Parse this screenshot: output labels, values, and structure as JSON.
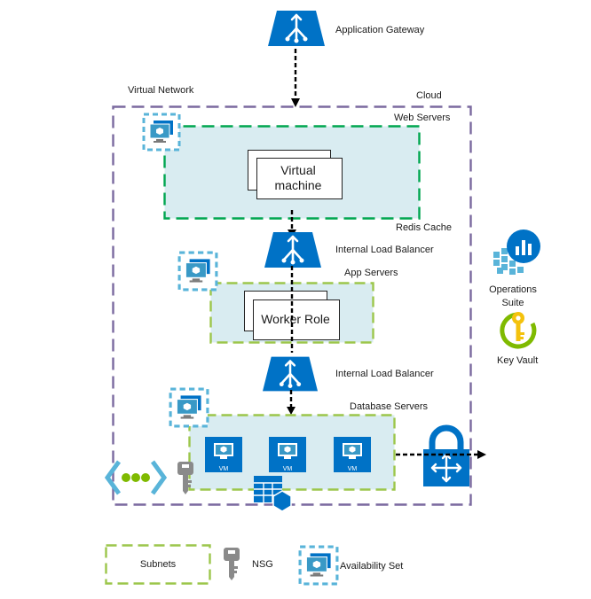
{
  "labels": {
    "app_gateway": "Application Gateway",
    "virtual_network": "Virtual Network",
    "cloud": "Cloud",
    "web_servers": "Web Servers",
    "virtual_machine": "Virtual machine",
    "redis_cache": "Redis Cache",
    "internal_lb_1": "Internal Load Balancer",
    "app_servers": "App Servers",
    "worker_role": "Worker Role",
    "internal_lb_2": "Internal Load Balancer",
    "database_servers": "Database Servers",
    "vm_labels": [
      "VM",
      "VM",
      "VM"
    ],
    "operations_suite": "Operations Suite",
    "key_vault": "Key Vault"
  },
  "legend": {
    "subnets": "Subnets",
    "nsg": "NSG",
    "availability_set": "Availability Set"
  },
  "colors": {
    "azure_blue": "#0072c6",
    "subnet_green": "#00a650",
    "subnet_light_green": "#9cc64b",
    "vnet_purple": "#7b6a9f",
    "subnet_fill": "#d9ecf1",
    "avset_dash": "#59b4d9",
    "key_yellow": "#f4c20d",
    "key_green": "#7fba00",
    "nsg_gray": "#8a8a8a"
  },
  "icons": {
    "app_gateway": "application-gateway-icon",
    "load_balancer": "load-balancer-icon",
    "availability_set": "availability-set-icon",
    "vm": "virtual-machine-icon",
    "vnet": "virtual-network-icon",
    "nsg": "nsg-key-icon",
    "sql": "sql-database-icon",
    "vpn_gateway": "vpn-gateway-lock-icon",
    "operations_suite": "operations-suite-icon",
    "key_vault": "key-vault-icon"
  }
}
